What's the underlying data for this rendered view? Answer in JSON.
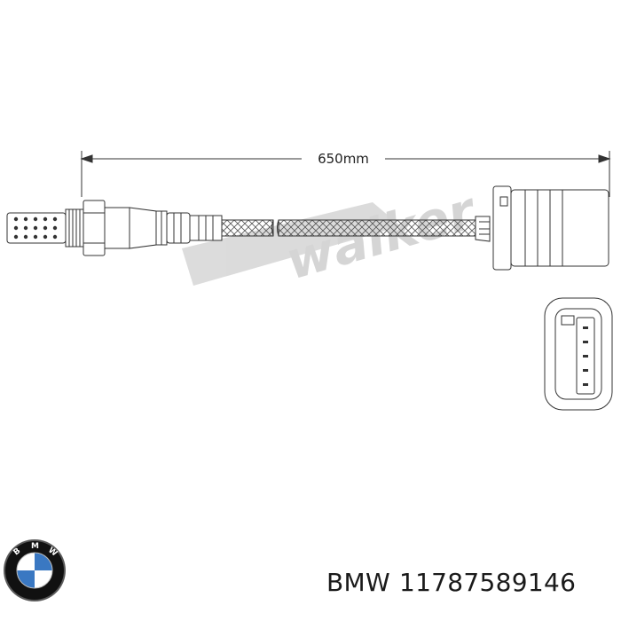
{
  "diagram": {
    "dimension_label": "650mm",
    "watermark": "walker",
    "connector_pins": 5
  },
  "caption": {
    "brand": "BMW",
    "part_number": "11787589146"
  },
  "logo": {
    "name": "bmw-roundel-icon",
    "lettering": "BMW",
    "colors": {
      "blue": "#3a78c2",
      "ring": "#111111",
      "white": "#ffffff"
    }
  }
}
